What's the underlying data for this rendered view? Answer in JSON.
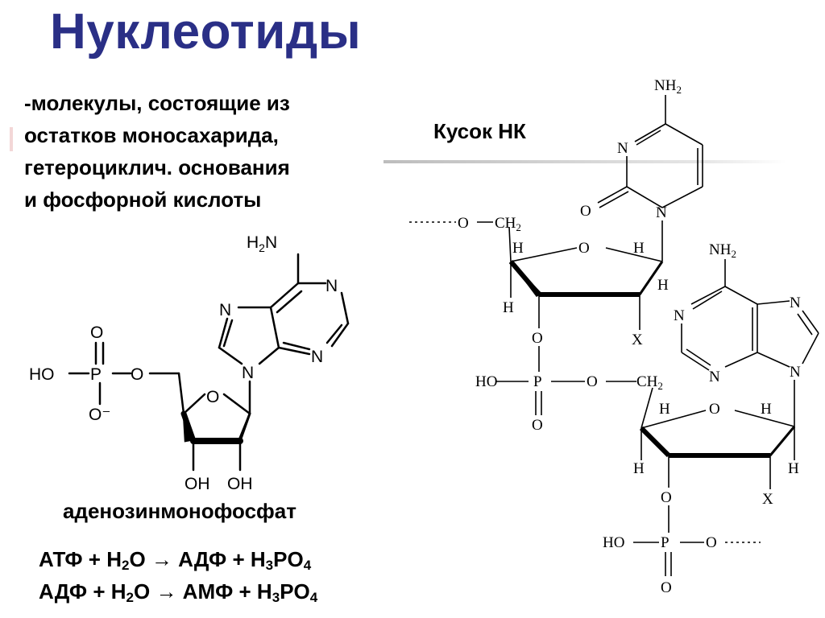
{
  "title": "Нуклеотиды",
  "description": {
    "line1": "-молекулы, состоящие из",
    "line2": "остатков моносахарида,",
    "line3": "гетероциклич. основания",
    "line4": "и фосфорной кислоты"
  },
  "fragment_label": "Кусок НК",
  "compound_name": "аденозинмонофосфат",
  "equations": [
    {
      "a": "АТФ + H",
      "b": "O ",
      "arrow": "→",
      "c": " АДФ + H",
      "d": "PO",
      "sub1": "2",
      "sub2": "3",
      "sub3": "4"
    },
    {
      "a": "АДФ + H",
      "b": "O ",
      "arrow": "→",
      "c": " АМФ + H",
      "d": "PO",
      "sub1": "2",
      "sub2": "3",
      "sub3": "4"
    }
  ],
  "colors": {
    "title": "#2a2f86",
    "text": "#000000",
    "divider": "#bdbdbd"
  }
}
